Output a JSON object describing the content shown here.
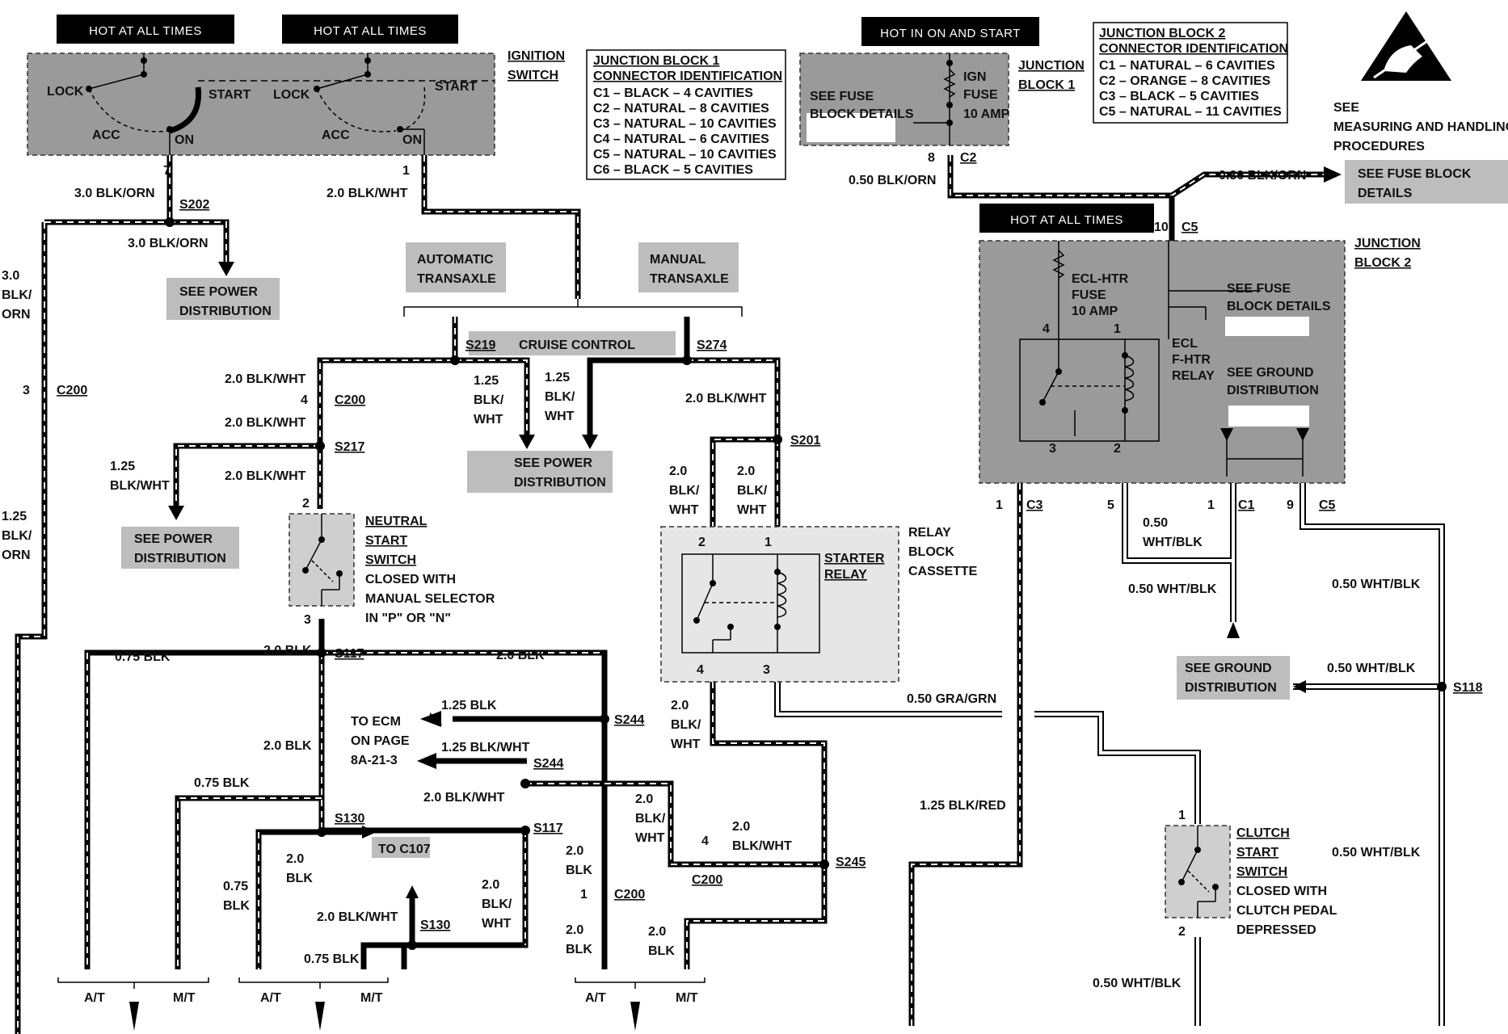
{
  "headers": {
    "hot1": "HOT AT ALL TIMES",
    "hot2": "HOT AT ALL TIMES",
    "hot_on_start": "HOT IN ON AND START",
    "hot3": "HOT AT ALL TIMES"
  },
  "ignition": {
    "title1": "IGNITION",
    "title2": "SWITCH",
    "lock": "LOCK",
    "start": "START",
    "acc": "ACC",
    "on": "ON",
    "pin7": "7",
    "pin1": "1"
  },
  "jb1_table": {
    "title1": "JUNCTION BLOCK 1",
    "title2": "CONNECTOR IDENTIFICATION",
    "rows": [
      "C1 – BLACK – 4 CAVITIES",
      "C2 – NATURAL – 8 CAVITIES",
      "C3 – NATURAL – 10 CAVITIES",
      "C4 – NATURAL – 6 CAVITIES",
      "C5 – NATURAL – 10 CAVITIES",
      "C6 – BLACK – 5 CAVITIES"
    ]
  },
  "jb2_table": {
    "title1": "JUNCTION BLOCK 2",
    "title2": "CONNECTOR IDENTIFICATION",
    "rows": [
      "C1 – NATURAL – 6 CAVITIES",
      "C2 – ORANGE – 8 CAVITIES",
      "C3 – BLACK – 5 CAVITIES",
      "C5 – NATURAL – 11 CAVITIES"
    ]
  },
  "esd": {
    "line1": "SEE",
    "line2": "MEASURING AND HANDLING",
    "line3": "PROCEDURES"
  },
  "jb1": {
    "title1": "JUNCTION",
    "title2": "BLOCK 1",
    "see1": "SEE FUSE",
    "see2": "BLOCK DETAILS",
    "fuse1": "IGN",
    "fuse2": "FUSE",
    "fuse3": "10 AMP",
    "pin": "8",
    "conn": "C2"
  },
  "jb2": {
    "title1": "JUNCTION",
    "title2": "BLOCK 2",
    "fuse1": "ECL-HTR",
    "fuse2": "FUSE",
    "fuse3": "10 AMP",
    "relay1": "ECL",
    "relay2": "F-HTR",
    "relay3": "RELAY",
    "see_fuse1": "SEE FUSE",
    "see_fuse2": "BLOCK DETAILS",
    "see_ground1": "SEE GROUND",
    "see_ground2": "DISTRIBUTION",
    "pin_in": "10",
    "conn_in": "C5",
    "p4": "4",
    "p1": "1",
    "p3": "3",
    "p2": "2",
    "out_c3_pin": "1",
    "out_c3": "C3",
    "out_5": "5",
    "out_c1_pin": "1",
    "out_c1": "C1",
    "out_c5_pin": "9",
    "out_c5": "C5"
  },
  "wires": {
    "w_30_blk_orn_a": "3.0 BLK/ORN",
    "w_30_blk_orn_b": "3.0 BLK/ORN",
    "w_30_vert1": "3.0",
    "w_30_vert2": "BLK/",
    "w_30_vert3": "ORN",
    "w_20_blk_wht_top": "2.0 BLK/WHT",
    "w_050_blk_orn": "0.50 BLK/ORN",
    "w_030_blk_orn": "0.30 BLK/ORN",
    "w_20_blk_wht_c200": "2.0 BLK/WHT",
    "w_20_blk_wht_s217": "2.0 BLK/WHT",
    "w_20_blk_wht_s217b": "2.0 BLK/WHT",
    "w_125_blk_wht_l1": "1.25",
    "w_125_blk_wht_l2": "BLK/WHT",
    "w_125_c1": "1.25",
    "w_125_c2": "BLK/",
    "w_125_c3": "WHT",
    "w_125_d1": "1.25",
    "w_125_d2": "BLK/",
    "w_125_d3": "WHT",
    "w_20_blk_wht_s274": "2.0 BLK/WHT",
    "w_20_r1": "2.0",
    "w_20_r2": "BLK/",
    "w_20_r3": "WHT",
    "w_20_s1": "2.0",
    "w_20_s2": "BLK/",
    "w_20_s3": "WHT",
    "w_125_orn1": "1.25",
    "w_125_orn2": "BLK/",
    "w_125_orn3": "ORN",
    "w_075_blk": "0.75 BLK",
    "w_20_blk_s117": "2.0 BLK",
    "w_20_blk_s117r": "2.0 BLK",
    "w_125_blk": "1.25 BLK",
    "w_125_blk_wht": "1.25 BLK/WHT",
    "w_20_blk_left": "2.0 BLK",
    "w_075_blk_b": "0.75 BLK",
    "w_20_blk_wht_s244": "2.0 BLK/WHT",
    "w_20_bw1": "2.0",
    "w_20_bw2": "BLK/",
    "w_20_bw3": "WHT",
    "w_20_c200_1": "2.0",
    "w_20_c200_2": "BLK/WHT",
    "w_20_blk_s130_1": "2.0",
    "w_20_blk_s130_2": "BLK",
    "w_075_v1": "0.75",
    "w_075_v2": "BLK",
    "w_20_blk_wht_s130": "2.0 BLK/WHT",
    "w_20_bv1": "2.0",
    "w_20_bv2": "BLK/",
    "w_20_bv3": "WHT",
    "w_075_blk_c": "0.75 BLK",
    "w_20_blk_c200a1": "2.0",
    "w_20_blk_c200a2": "BLK",
    "w_20_blk_c200b1": "2.0",
    "w_20_blk_c200b2": "BLK",
    "w_20_blk_mt1": "2.0",
    "w_20_blk_mt2": "BLK",
    "w_20_relay4_1": "2.0",
    "w_20_relay4_2": "BLK/",
    "w_20_relay4_3": "WHT",
    "w_050_gra_grn": "0.50 GRA/GRN",
    "w_125_blk_red": "1.25 BLK/RED",
    "w_050_wht_blk_a1": "0.50",
    "w_050_wht_blk_a2": "WHT/BLK",
    "w_050_wht_blk_b": "0.50 WHT/BLK",
    "w_050_wht_blk_c": "0.50 WHT/BLK",
    "w_050_wht_blk_d": "0.50 WHT/BLK",
    "w_050_wht_blk_e": "0.50 WHT/BLK",
    "w_050_wht_blk_f": "0.50 WHT/BLK"
  },
  "splices": {
    "s202": "S202",
    "s219": "S219",
    "s274": "S274",
    "s217": "S217",
    "s201": "S201",
    "s117": "S117",
    "s244a": "S244",
    "s244b": "S244",
    "s130a": "S130",
    "s117b": "S117",
    "s245": "S245",
    "s130b": "S130",
    "s118": "S118"
  },
  "connectors": {
    "c200_left": "C200",
    "c200_left_pin": "3",
    "c200_mid": "C200",
    "c200_mid_pin": "4",
    "c200_lower": "C200",
    "c200_lower_pin": "4",
    "c200_bottom": "C200",
    "c200_bottom_pin": "1"
  },
  "refs": {
    "see_power1_a": "SEE POWER",
    "see_power1_b": "DISTRIBUTION",
    "see_power2_a": "SEE POWER",
    "see_power2_b": "DISTRIBUTION",
    "see_power3_a": "SEE POWER",
    "see_power3_b": "DISTRIBUTION",
    "see_fuse_block_a": "SEE FUSE BLOCK",
    "see_fuse_block_b": "DETAILS",
    "see_ground_a": "SEE GROUND",
    "see_ground_b": "DISTRIBUTION",
    "auto1": "AUTOMATIC",
    "auto2": "TRANSAXLE",
    "manual1": "MANUAL",
    "manual2": "TRANSAXLE",
    "cruise": "CRUISE CONTROL",
    "ecm1": "TO ECM",
    "ecm2": "ON PAGE",
    "ecm3": "8A-21-3",
    "c107": "TO C107"
  },
  "neutral": {
    "l1": "NEUTRAL",
    "l2": "START",
    "l3": "SWITCH",
    "l4": "CLOSED WITH",
    "l5": "MANUAL SELECTOR",
    "l6": "IN \"P\" OR \"N\"",
    "p2": "2",
    "p3": "3"
  },
  "relay": {
    "l1": "RELAY",
    "l2": "BLOCK",
    "l3": "CASSETTE",
    "name1": "STARTER",
    "name2": "RELAY",
    "p2": "2",
    "p1": "1",
    "p4": "4",
    "p3": "3"
  },
  "clutch": {
    "l1": "CLUTCH",
    "l2": "START",
    "l3": "SWITCH",
    "l4": "CLOSED WITH",
    "l5": "CLUTCH PEDAL",
    "l6": "DEPRESSED",
    "p1": "1",
    "p2": "2"
  },
  "bottom": {
    "at1": "A/T",
    "mt1": "M/T",
    "at2": "A/T",
    "mt2": "M/T",
    "at3": "A/T",
    "mt3": "M/T"
  }
}
